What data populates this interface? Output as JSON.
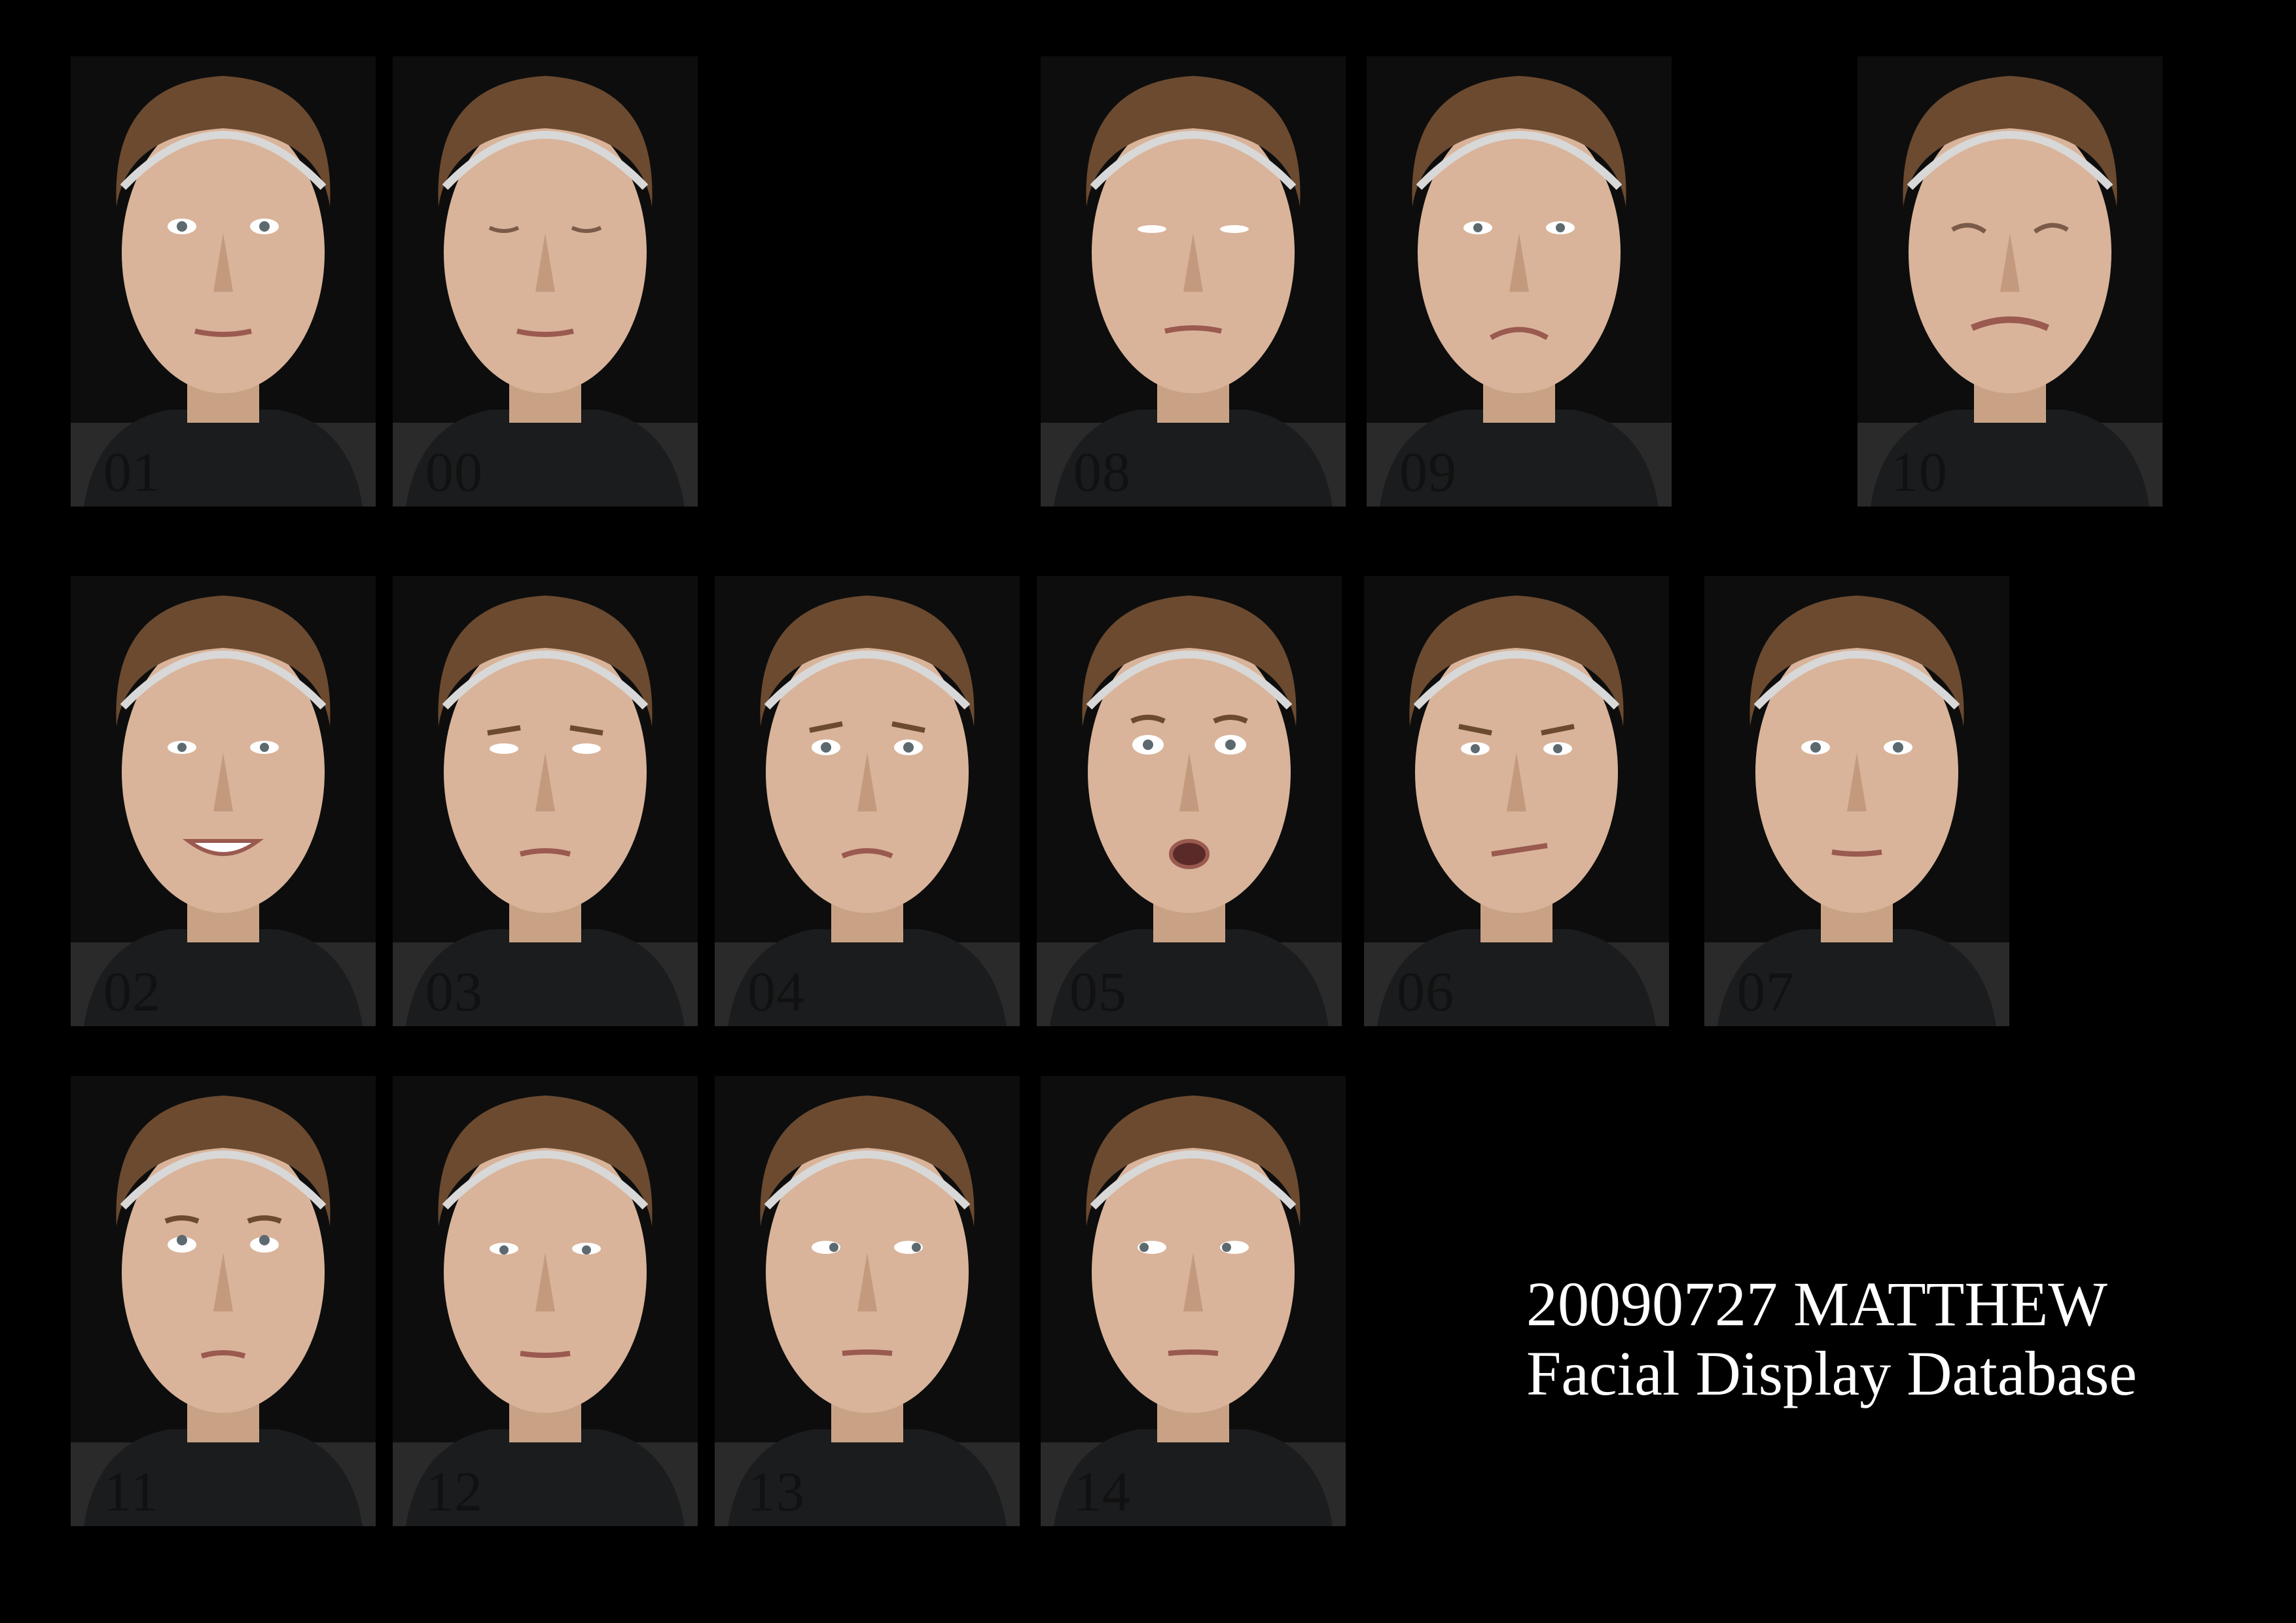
{
  "caption": {
    "line1": "20090727 MATTHEW",
    "line2": "Facial Display Database"
  },
  "photos": [
    {
      "number": "01",
      "expression": "neutral"
    },
    {
      "number": "00",
      "expression": "eyes-closed"
    },
    {
      "number": "08",
      "expression": "eyes-half-closed"
    },
    {
      "number": "09",
      "expression": "frown"
    },
    {
      "number": "10",
      "expression": "squint-grimace"
    },
    {
      "number": "02",
      "expression": "smile"
    },
    {
      "number": "03",
      "expression": "brow-furrow"
    },
    {
      "number": "04",
      "expression": "concern"
    },
    {
      "number": "05",
      "expression": "surprise-open-mouth"
    },
    {
      "number": "06",
      "expression": "disgust"
    },
    {
      "number": "07",
      "expression": "neutral-slight"
    },
    {
      "number": "11",
      "expression": "looking-up"
    },
    {
      "number": "12",
      "expression": "neutral-looking"
    },
    {
      "number": "13",
      "expression": "looking-right"
    },
    {
      "number": "14",
      "expression": "looking-left"
    }
  ],
  "colors": {
    "background": "#000000",
    "caption": "#ffffff",
    "skin": "#d9b49a",
    "hair": "#6b4a30",
    "headband": "#d8d8d8",
    "shirt": "#1a1c1e",
    "number": "#111111"
  }
}
